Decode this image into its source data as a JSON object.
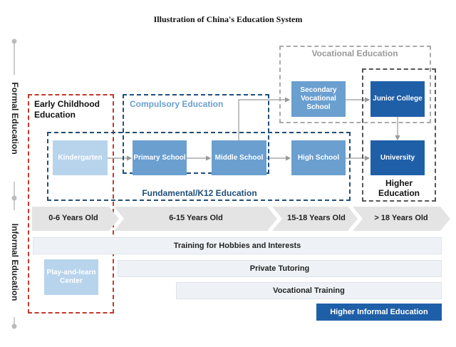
{
  "title": "Illustration of China's Education System",
  "side": {
    "formal": "Formal Education",
    "informal": "Informal Education"
  },
  "groups": {
    "early": "Early Childhood Education",
    "compulsory": "Compulsory Education",
    "vocational": "Vocational Education",
    "fundamental": "Fundamental/K12 Education",
    "higher": "Higher Education"
  },
  "stages": {
    "kindergarten": "Kindergarten",
    "primary": "Primary School",
    "middle": "Middle School",
    "high": "High School",
    "secondary_vocational": "Secondary Vocational School",
    "junior_college": "Junior College",
    "university": "University"
  },
  "ages": [
    "0-6 Years Old",
    "6-15 Years Old",
    "15-18 Years Old",
    "> 18 Years Old"
  ],
  "informal": {
    "hobbies": "Training for Hobbies and Interests",
    "play": "Play-and-learn Center",
    "tutoring": "Private Tutoring",
    "vocational_training": "Vocational Training",
    "higher_informal": "Higher Informal Education"
  },
  "colors": {
    "light_blue": "#b8d4ec",
    "mid_blue": "#6a9fd0",
    "dark_blue": "#1f5fa8",
    "red_dash": "#c0392b",
    "navy_dash": "#1f4e79",
    "gray_dash": "#aaaaaa",
    "dark_dash": "#555555"
  }
}
